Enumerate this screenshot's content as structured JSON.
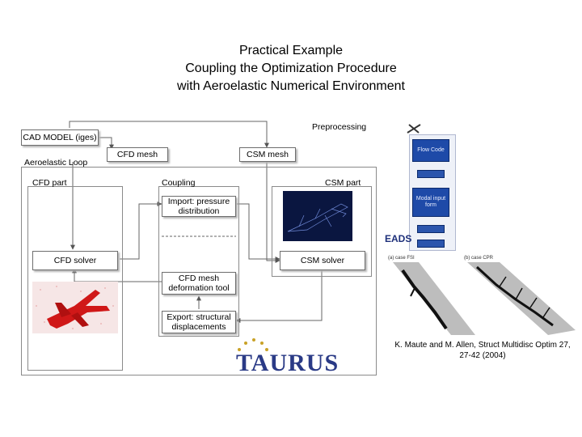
{
  "title": {
    "line1": "Practical Example",
    "line2": "Coupling the Optimization Procedure",
    "line3": "with Aeroelastic Numerical Environment"
  },
  "diagram": {
    "cad_model": "CAD MODEL (iges)",
    "preprocessing": "Preprocessing",
    "cfd_mesh": "CFD mesh",
    "csm_mesh": "CSM mesh",
    "aeroelastic_loop": "Aeroelastic Loop",
    "cfd_part": "CFD part",
    "coupling": "Coupling",
    "csm_part": "CSM part",
    "import_pressure": "Import: pressure distribution",
    "cfd_solver": "CFD solver",
    "csm_solver": "CSM solver",
    "cfd_mesh_deform": "CFD mesh deformation tool",
    "export_displacements": "Export: structural displacements"
  },
  "flowchart": {
    "flow_code": "Flow Code",
    "modal_input": "Modal input form",
    "eads_logo": "EADS",
    "case_fsi": "(a) case FSI",
    "case_cpr": "(b) case CPR"
  },
  "logo_text": "TAURUS",
  "citation": {
    "line1": "K. Maute and M. Allen,   Struct Multidisc Optim 27,",
    "line2": "27-42 (2004)"
  },
  "colors": {
    "flow_blue": "#1e4aa8",
    "taurus_blue": "#2a3a86",
    "aircraft_red": "#d01818"
  }
}
